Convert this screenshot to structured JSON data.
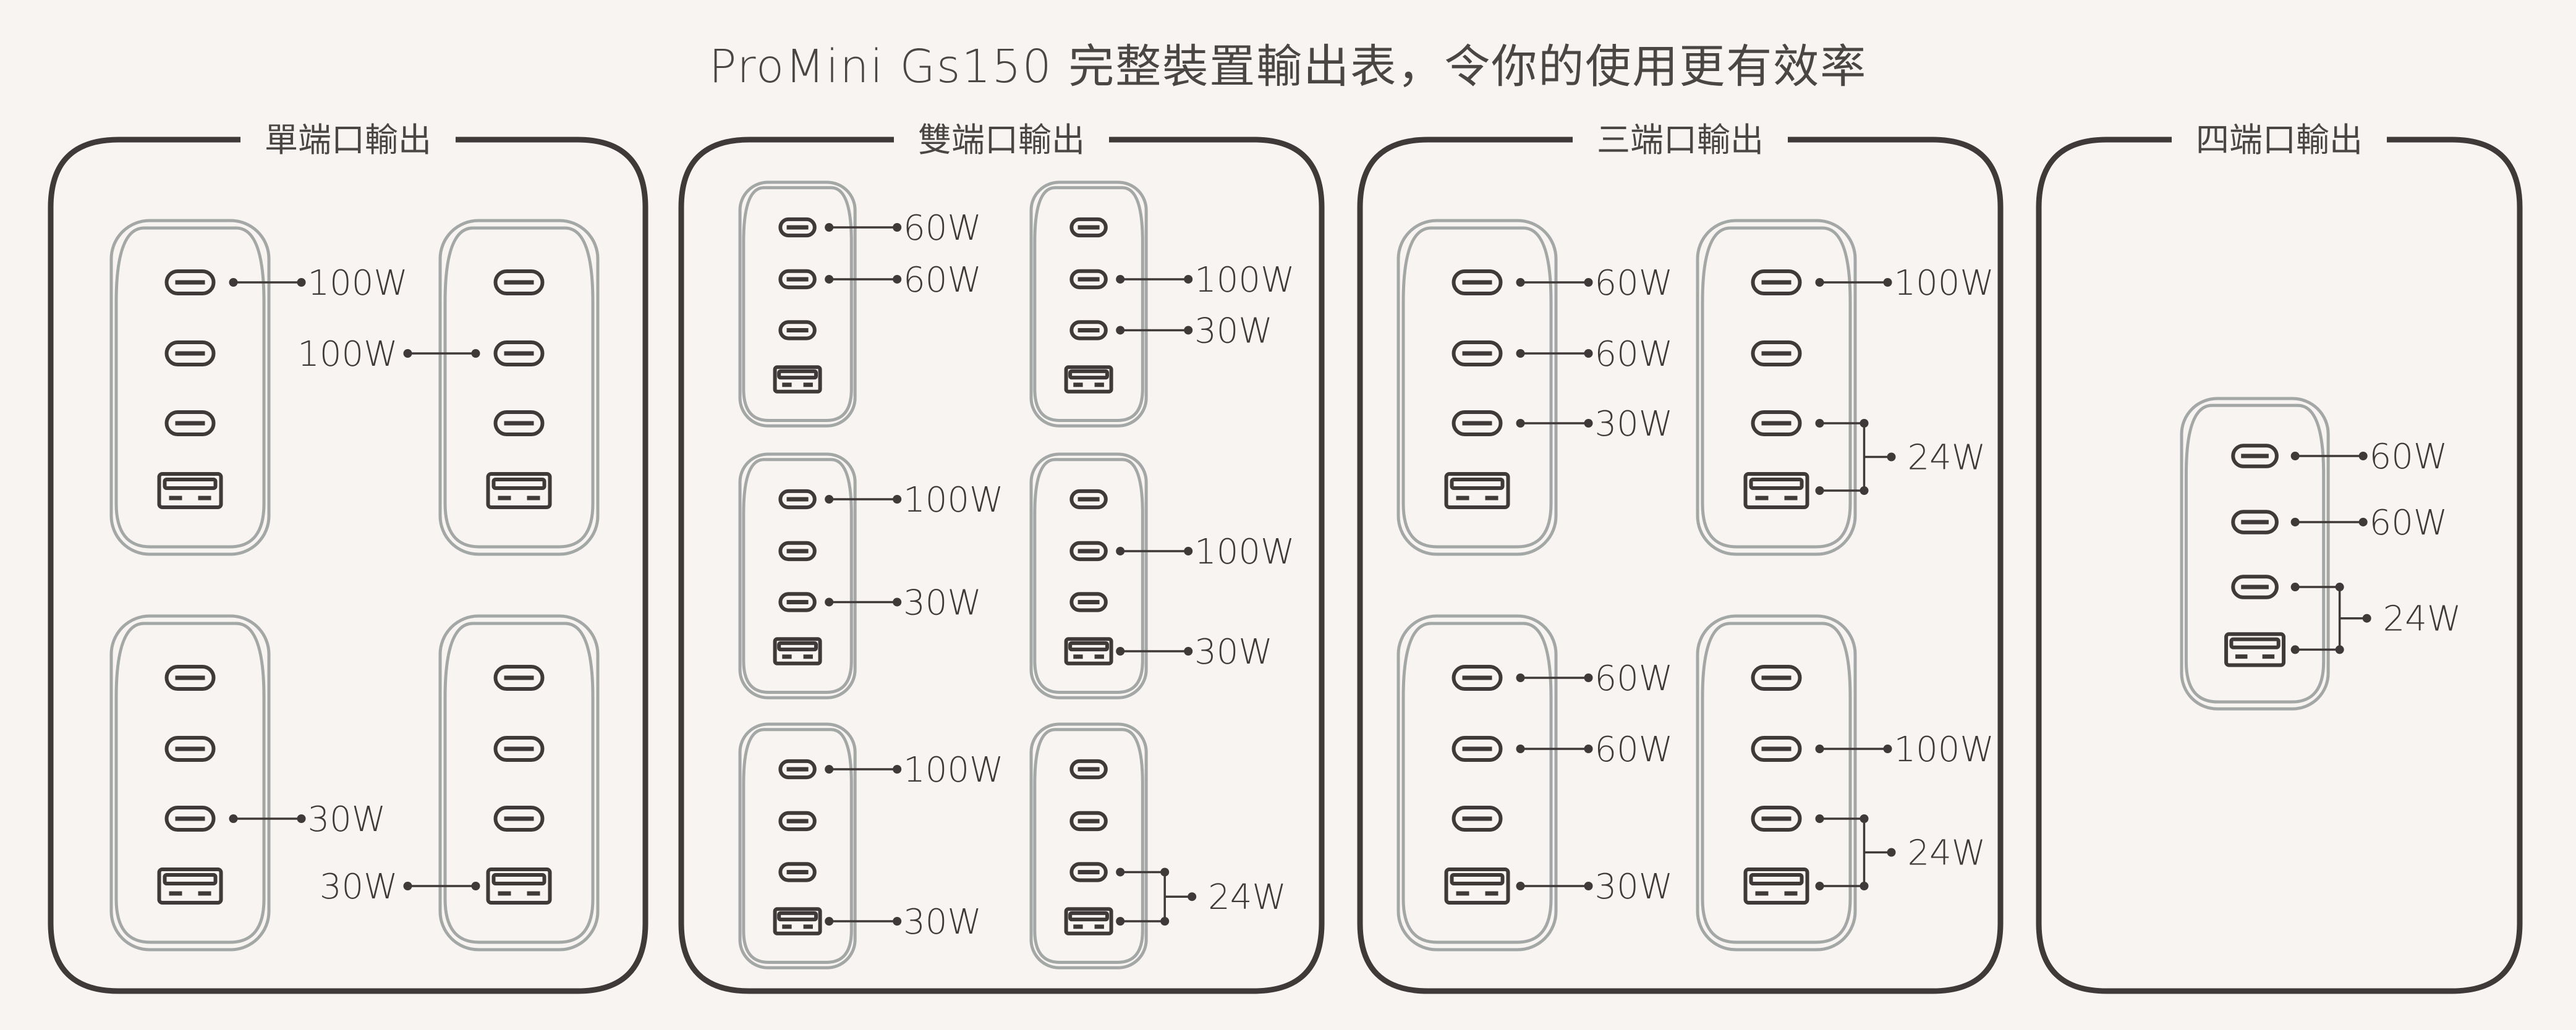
{
  "title": "ProMini Gs150 完整裝置輸出表，令你的使用更有效率",
  "colors": {
    "background": "#f8f4f1",
    "frame": "#3f3a39",
    "charger_outline": "#a3a7a6",
    "text": "#4a4644"
  },
  "port_order": [
    "USB-C1",
    "USB-C2",
    "USB-C3",
    "USB-A"
  ],
  "panels": [
    {
      "title": "單端口輸出",
      "configs": [
        {
          "outputs": [
            {
              "ports": [
                0
              ],
              "watts": "100W"
            }
          ]
        },
        {
          "outputs": [
            {
              "ports": [
                1
              ],
              "watts": "100W"
            }
          ]
        },
        {
          "outputs": [
            {
              "ports": [
                2
              ],
              "watts": "30W"
            }
          ]
        },
        {
          "outputs": [
            {
              "ports": [
                3
              ],
              "watts": "30W"
            }
          ]
        }
      ]
    },
    {
      "title": "雙端口輸出",
      "configs": [
        {
          "outputs": [
            {
              "ports": [
                0
              ],
              "watts": "60W"
            },
            {
              "ports": [
                1
              ],
              "watts": "60W"
            }
          ]
        },
        {
          "outputs": [
            {
              "ports": [
                1
              ],
              "watts": "100W"
            },
            {
              "ports": [
                2
              ],
              "watts": "30W"
            }
          ]
        },
        {
          "outputs": [
            {
              "ports": [
                0
              ],
              "watts": "100W"
            },
            {
              "ports": [
                2
              ],
              "watts": "30W"
            }
          ]
        },
        {
          "outputs": [
            {
              "ports": [
                1
              ],
              "watts": "100W"
            },
            {
              "ports": [
                3
              ],
              "watts": "30W"
            }
          ]
        },
        {
          "outputs": [
            {
              "ports": [
                0
              ],
              "watts": "100W"
            },
            {
              "ports": [
                3
              ],
              "watts": "30W"
            }
          ]
        },
        {
          "outputs": [
            {
              "ports": [
                2,
                3
              ],
              "watts": "24W"
            }
          ]
        }
      ]
    },
    {
      "title": "三端口輸出",
      "configs": [
        {
          "outputs": [
            {
              "ports": [
                0
              ],
              "watts": "60W"
            },
            {
              "ports": [
                1
              ],
              "watts": "60W"
            },
            {
              "ports": [
                2
              ],
              "watts": "30W"
            }
          ]
        },
        {
          "outputs": [
            {
              "ports": [
                0
              ],
              "watts": "100W"
            },
            {
              "ports": [
                2,
                3
              ],
              "watts": "24W"
            }
          ]
        },
        {
          "outputs": [
            {
              "ports": [
                0
              ],
              "watts": "60W"
            },
            {
              "ports": [
                1
              ],
              "watts": "60W"
            },
            {
              "ports": [
                3
              ],
              "watts": "30W"
            }
          ]
        },
        {
          "outputs": [
            {
              "ports": [
                1
              ],
              "watts": "100W"
            },
            {
              "ports": [
                2,
                3
              ],
              "watts": "24W"
            }
          ]
        }
      ]
    },
    {
      "title": "四端口輸出",
      "configs": [
        {
          "outputs": [
            {
              "ports": [
                0
              ],
              "watts": "60W"
            },
            {
              "ports": [
                1
              ],
              "watts": "60W"
            },
            {
              "ports": [
                2,
                3
              ],
              "watts": "24W"
            }
          ]
        }
      ]
    }
  ]
}
